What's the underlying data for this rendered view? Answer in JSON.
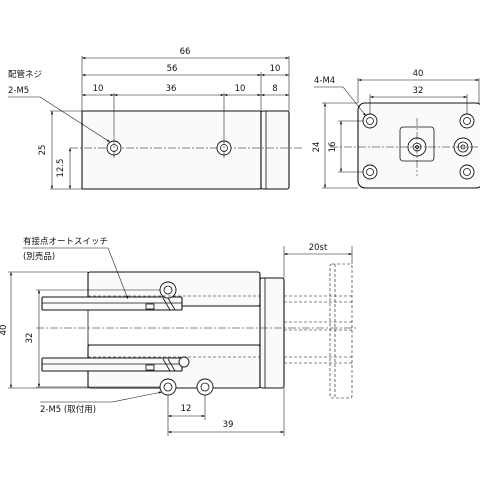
{
  "top_view": {
    "dims": {
      "overall_length": "66",
      "body_length": "56",
      "end_plate_length": "10",
      "hole_offset_left": "10",
      "hole_pitch": "36",
      "hole_offset_right": "10",
      "plate_thickness": "8",
      "height": "25",
      "half_height": "12.5"
    },
    "callout_port_title": "配管ネジ",
    "callout_port_spec": "2-M5"
  },
  "end_view": {
    "dims": {
      "width": "40",
      "hole_pitch_x": "32",
      "height": "24",
      "hole_pitch_y": "16"
    },
    "callout_holes": "4-M4"
  },
  "front_view": {
    "dims": {
      "stroke": "20st",
      "height": "40",
      "rail_pitch": "32",
      "mount_pitch": "12",
      "rod_position": "39"
    },
    "callout_switch_line1": "有接点オートスイッチ",
    "callout_switch_line2": "(別売品)",
    "callout_mount": "2-M5 (取付用)"
  }
}
